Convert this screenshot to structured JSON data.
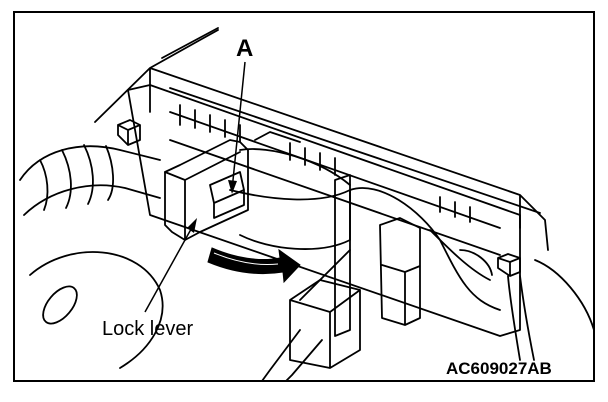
{
  "labels": {
    "part_a": "A",
    "lock_lever": "Lock lever",
    "figure_code": "AC609027AB"
  },
  "icons": {
    "arrow": "curved-arrow-icon"
  },
  "colors": {
    "ink": "#000000",
    "paper": "#ffffff",
    "shade": "#ececec"
  }
}
